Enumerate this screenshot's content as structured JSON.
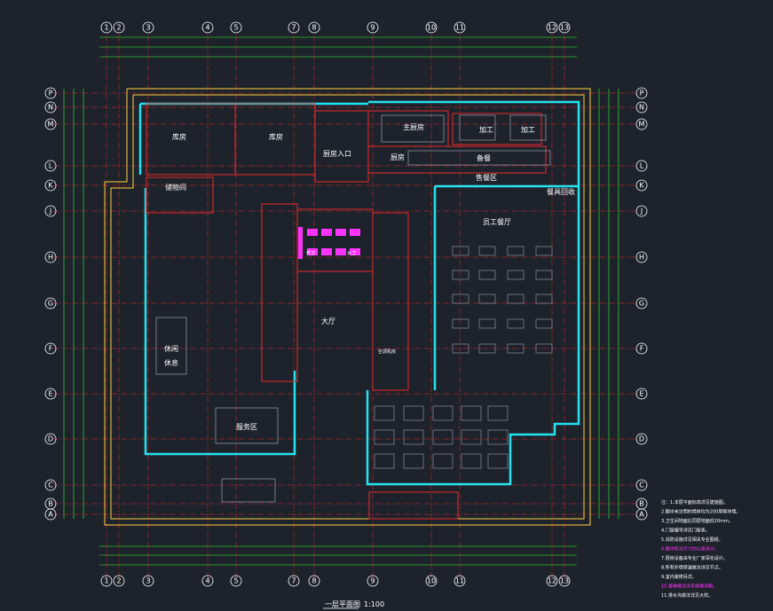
{
  "drawing": {
    "title": "一层平面图",
    "scale": "1:100"
  },
  "grid_columns": [
    "1",
    "2",
    "3",
    "4",
    "5",
    "7",
    "8",
    "9",
    "10",
    "11",
    "12",
    "13"
  ],
  "grid_rows": [
    "P",
    "N",
    "M",
    "L",
    "K",
    "J",
    "H",
    "G",
    "F",
    "E",
    "D",
    "C",
    "B",
    "A"
  ],
  "rooms": [
    {
      "key": "kufang_1",
      "label": "库房",
      "sub": ""
    },
    {
      "key": "kufang_2",
      "label": "库房",
      "sub": ""
    },
    {
      "key": "chuwu",
      "label": "储物间",
      "sub": ""
    },
    {
      "key": "chufang_entry",
      "label": "厨房入口",
      "sub": ""
    },
    {
      "key": "zhuchao",
      "label": "主厨房",
      "sub": ""
    },
    {
      "key": "chufang",
      "label": "厨房",
      "sub": ""
    },
    {
      "key": "jiagong_1",
      "label": "加工",
      "sub": ""
    },
    {
      "key": "jiagong_2",
      "label": "加工",
      "sub": ""
    },
    {
      "key": "bianshi",
      "label": "备餐",
      "sub": ""
    },
    {
      "key": "shoucan",
      "label": "售餐区",
      "sub": ""
    },
    {
      "key": "canyin",
      "label": "餐具回收",
      "sub": ""
    },
    {
      "key": "yuangong",
      "label": "员工餐厅",
      "sub": ""
    },
    {
      "key": "xiuxi",
      "label": "休息",
      "sub": "休闲"
    },
    {
      "key": "lounge",
      "label": "服务区",
      "sub": ""
    },
    {
      "key": "nan",
      "label": "男卫",
      "sub": ""
    },
    {
      "key": "nv",
      "label": "女卫",
      "sub": ""
    },
    {
      "key": "dating",
      "label": "大厅",
      "sub": ""
    },
    {
      "key": "kongtiao",
      "label": "空调机房",
      "sub": ""
    }
  ],
  "notes": [
    {
      "text": "注：1.本层平面标高详见建施图。",
      "magenta": false
    },
    {
      "text": "2.图中未注明的墙体均为200厚砌块墙。",
      "magenta": false
    },
    {
      "text": "3.卫生间地面比同层地面低20mm。",
      "magenta": false
    },
    {
      "text": "4.门窗编号详见门窗表。",
      "magenta": false
    },
    {
      "text": "5.消防设施详见相关专业图纸。",
      "magenta": false
    },
    {
      "text": "6.图中所注尺寸均以毫米计。",
      "magenta": true
    },
    {
      "text": "7.厨房设备由专业厂家深化设计。",
      "magenta": false
    },
    {
      "text": "8.所有外墙保温做法详见节点。",
      "magenta": false
    },
    {
      "text": "9.室内装修另详。",
      "magenta": false
    },
    {
      "text": "10.楼梯做法详见楼梯详图。",
      "magenta": true
    },
    {
      "text": "11.排水沟做法详见大样。",
      "magenta": false
    }
  ],
  "colors": {
    "background": "#1e232b",
    "grid_line": "#e8282b",
    "wall": "#22e3ef",
    "dimension": "#33ff33",
    "outline": "#ffd23c",
    "text": "#ffffff",
    "furniture": "#9aa0b0",
    "accent": "#ff33ff"
  }
}
